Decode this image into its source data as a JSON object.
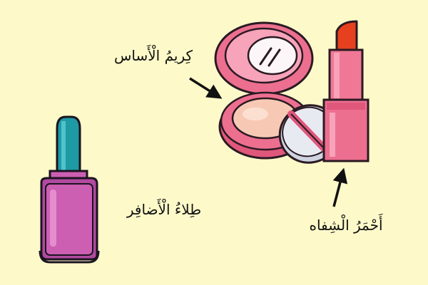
{
  "labels": {
    "foundation": "كِريمُ الْأَساس",
    "nail_polish": "طِلاءُ الْأَضافِر",
    "lipstick": "أَحْمَرُ الْشِفاه"
  },
  "icons": {
    "compact": "compact-powder-icon",
    "puff": "powder-puff-icon",
    "lipstick": "lipstick-icon",
    "nail_polish": "nail-polish-bottle-icon",
    "arrows": "arrow-icon"
  },
  "colors": {
    "background": "#fdf9c9",
    "compact_pink": "#ec6f90",
    "compact_light": "#f5a6bb",
    "powder": "#f7c9b4",
    "lipstick_red": "#e6401e",
    "polish_pink": "#cd5fb2",
    "bottle_cap": "#1e9aa5"
  }
}
